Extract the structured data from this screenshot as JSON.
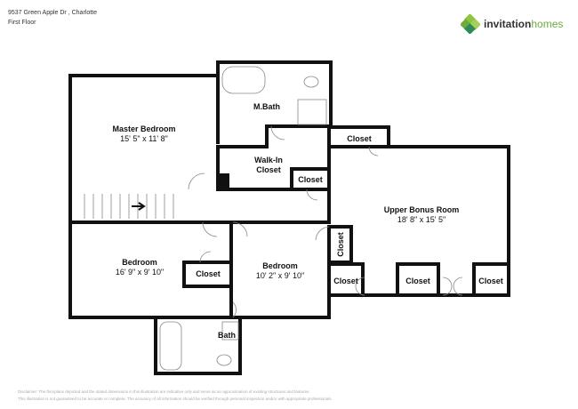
{
  "header": {
    "address": "9537 Green Apple Dr , Charlotte",
    "floor": "First Floor"
  },
  "logo": {
    "text_main": "invitation",
    "text_accent": "homes",
    "color_accent": "#6cab3c"
  },
  "rooms": [
    {
      "name": "Master Bedroom",
      "dims": "15' 5\" x 11' 8\""
    },
    {
      "name": "M.Bath"
    },
    {
      "name": "Walk-In Closet"
    },
    {
      "name": "Upper Bonus Room",
      "dims": "18' 8\" x 15' 5\""
    },
    {
      "name": "Bedroom",
      "dims": "16' 9\" x 9' 10\""
    },
    {
      "name": "Bedroom",
      "dims": "10' 2\" x 9' 10\""
    },
    {
      "name": "Bath"
    }
  ],
  "closets": {
    "label": "Closet"
  },
  "disclaimer": {
    "line1": "Disclaimer: The floorplans depicted and the stated dimensions in this illustration are indicative only and serve as an approximation of existing structures and features.",
    "line2": "This illustration is not guaranteed to be accurate or complete. The accuracy of all information should be verified through personal inspection and/or with appropriate professionals."
  }
}
